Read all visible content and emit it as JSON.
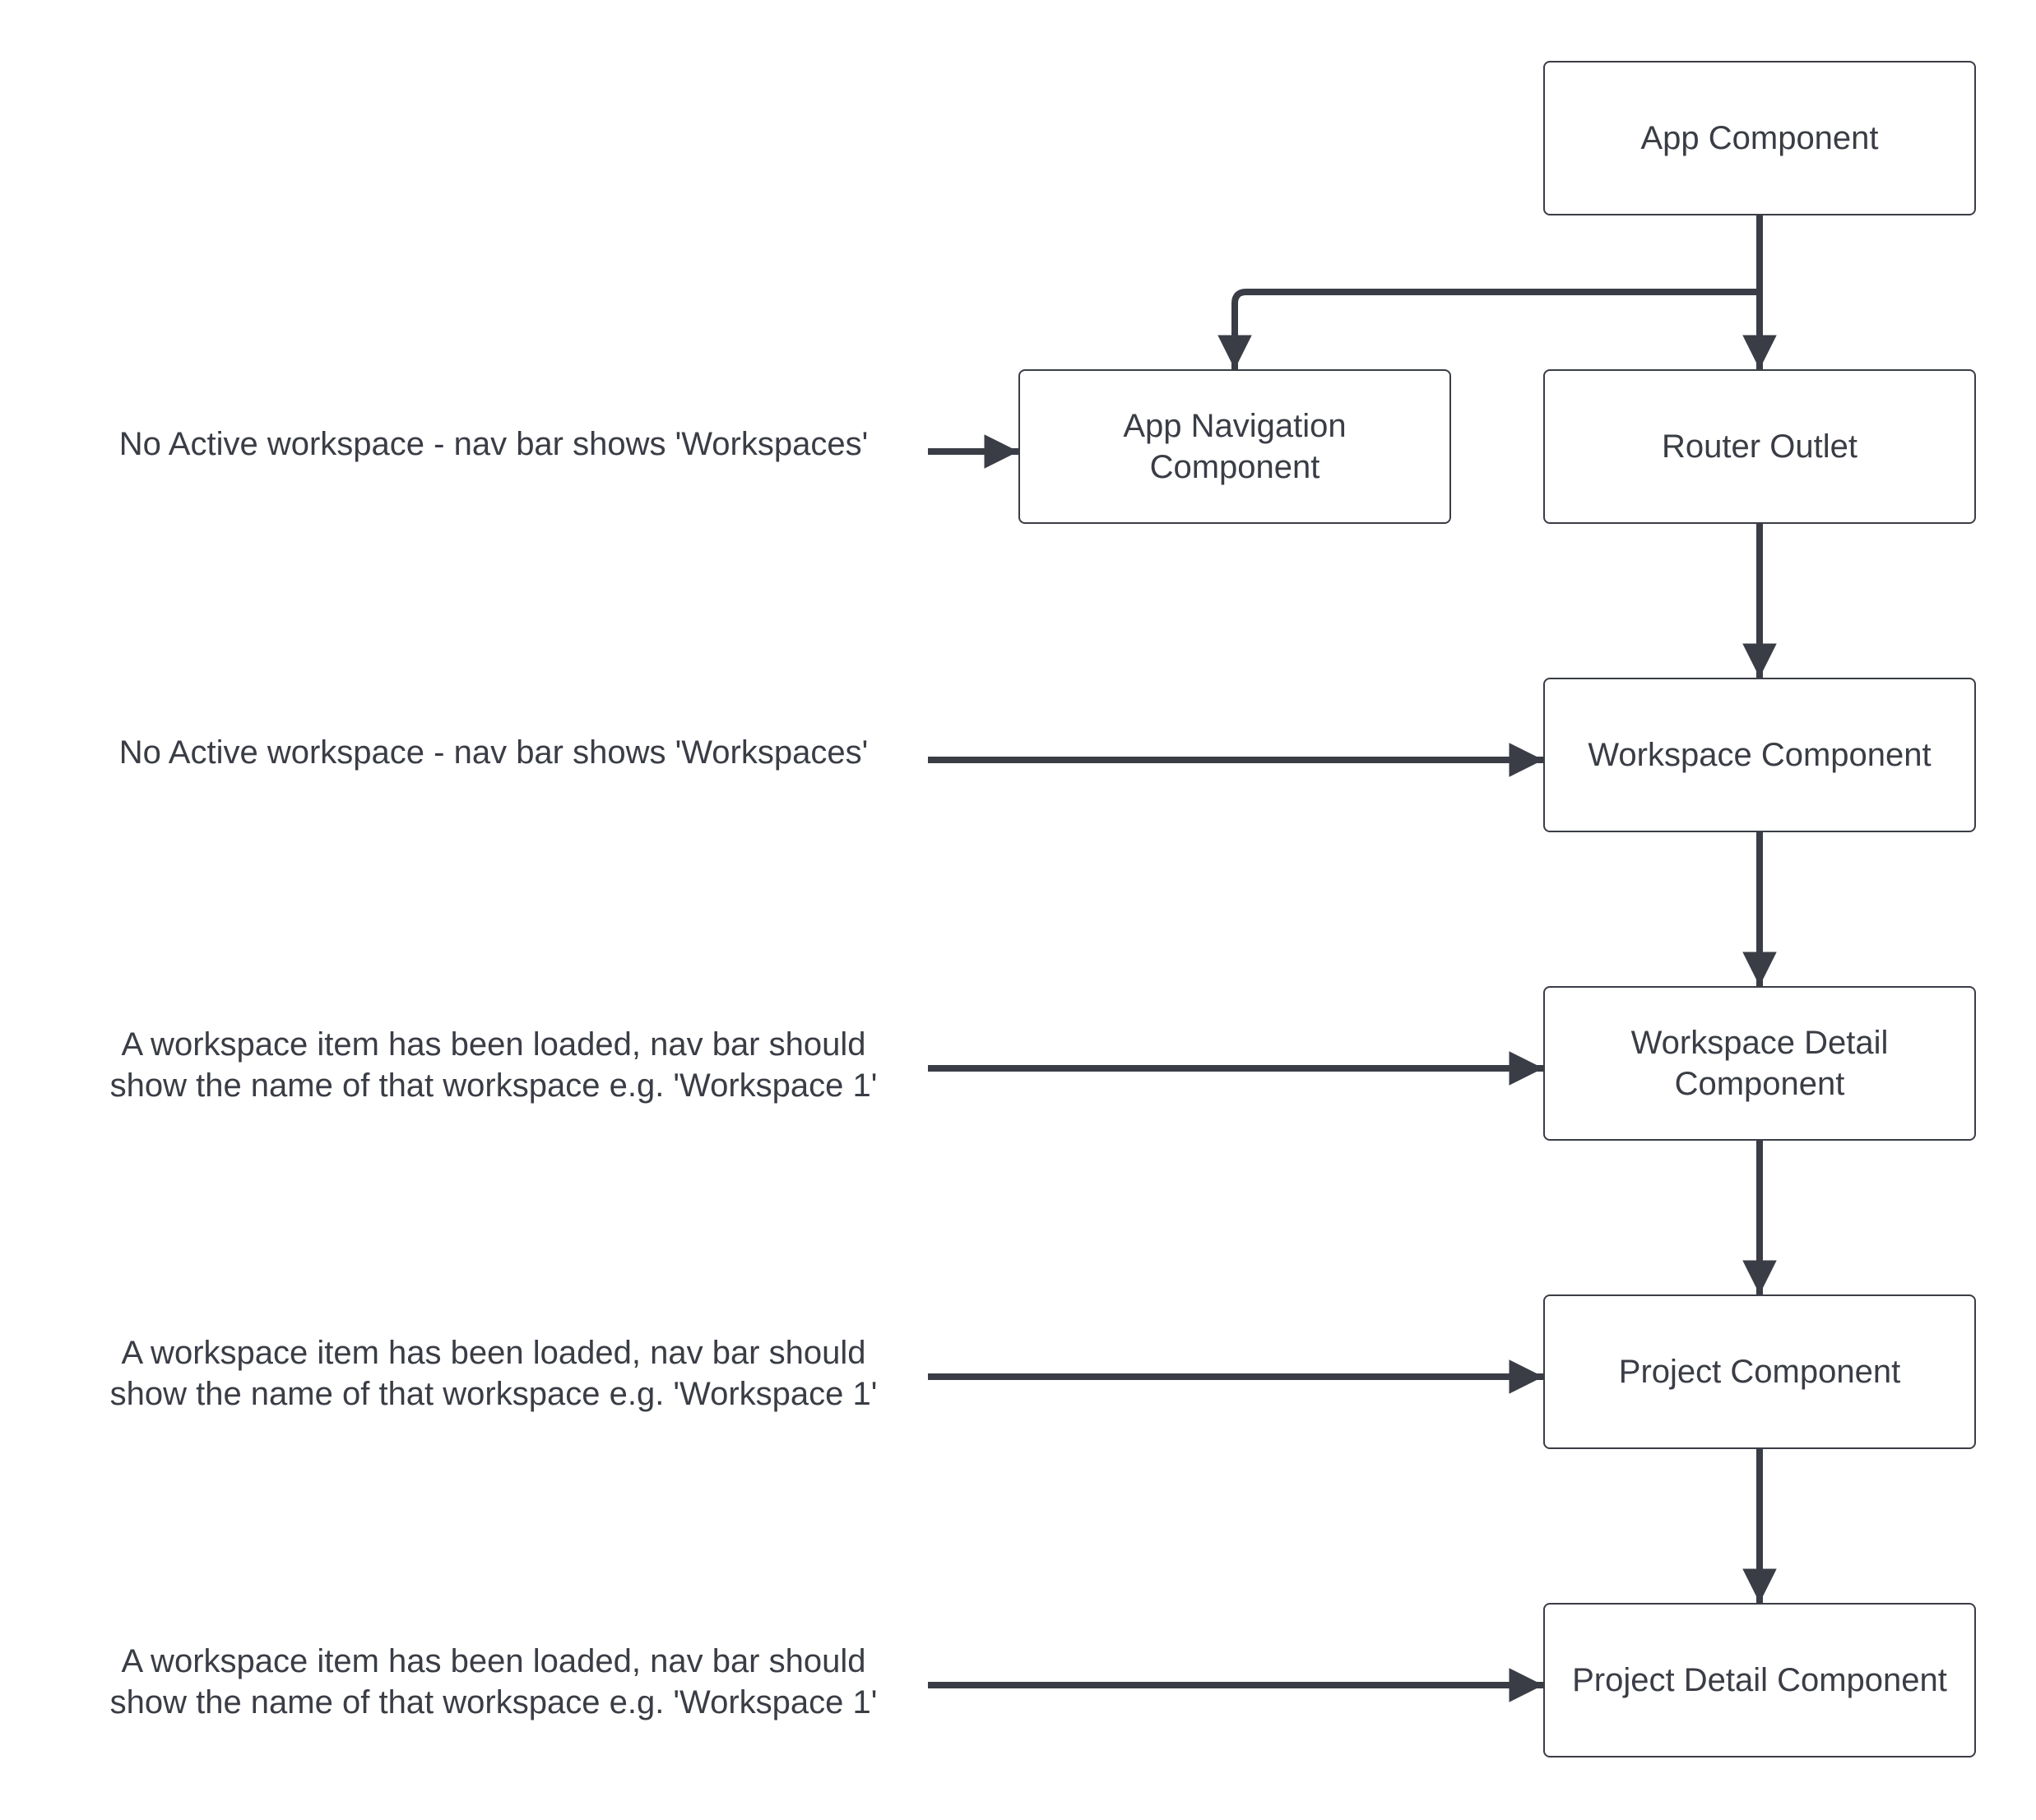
{
  "diagram": {
    "colors": {
      "stroke": "#3a3d45",
      "text": "#3a3d45",
      "background": "#ffffff"
    },
    "nodes": [
      {
        "id": "app",
        "label": "App Component"
      },
      {
        "id": "nav",
        "label": "App Navigation\nComponent"
      },
      {
        "id": "router",
        "label": "Router Outlet"
      },
      {
        "id": "workspace",
        "label": "Workspace Component"
      },
      {
        "id": "workspace_detail",
        "label": "Workspace Detail\nComponent"
      },
      {
        "id": "project",
        "label": "Project Component"
      },
      {
        "id": "project_detail",
        "label": "Project Detail Component"
      }
    ],
    "notes": [
      {
        "target": "nav",
        "text": "No Active workspace - nav bar shows 'Workspaces'"
      },
      {
        "target": "workspace",
        "text": "No Active workspace - nav bar shows 'Workspaces'"
      },
      {
        "target": "workspace_detail",
        "text": "A workspace item has been loaded, nav bar should\nshow the name of that workspace e.g. 'Workspace 1'"
      },
      {
        "target": "project",
        "text": "A workspace item has been loaded, nav bar should\nshow the name of that workspace e.g. 'Workspace 1'"
      },
      {
        "target": "project_detail",
        "text": "A workspace item has been loaded, nav bar should\nshow the name of that workspace e.g. 'Workspace 1'"
      }
    ],
    "edges": [
      {
        "from": "app",
        "to": "nav"
      },
      {
        "from": "app",
        "to": "router"
      },
      {
        "from": "router",
        "to": "workspace"
      },
      {
        "from": "workspace",
        "to": "workspace_detail"
      },
      {
        "from": "workspace_detail",
        "to": "project"
      },
      {
        "from": "project",
        "to": "project_detail"
      }
    ]
  }
}
